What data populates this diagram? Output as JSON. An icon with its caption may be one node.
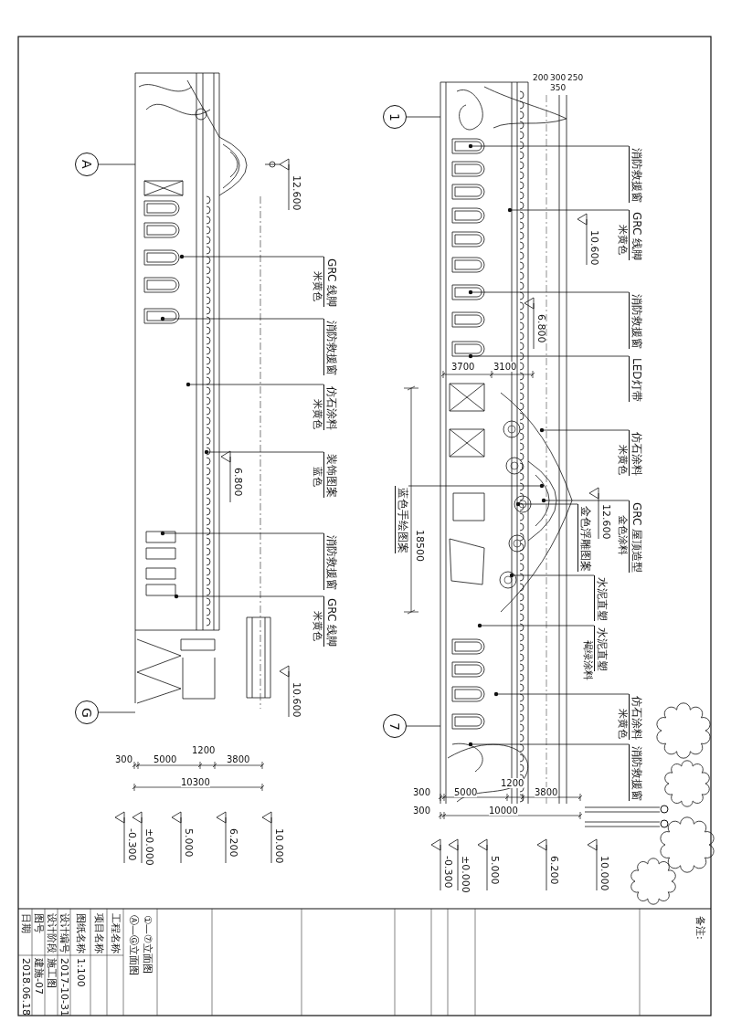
{
  "diagram": {
    "nodes": [
      {
        "text": [],
        "shape": "picture"
      },
      {
        "text": [],
        "shape": "picture"
      },
      {
        "text": [
          "A"
        ]
      },
      {
        "text": [
          "G"
        ]
      },
      {
        "text": [
          "1"
        ]
      },
      {
        "text": [
          "7"
        ]
      },
      {
        "text": [
          "GRC 线脚",
          "米黄色"
        ]
      },
      {
        "text": [
          "消防救援窗"
        ]
      },
      {
        "text": [
          "仿石涂料",
          "米黄色"
        ]
      },
      {
        "text": [
          "装饰图案",
          "蓝色"
        ]
      },
      {
        "text": [
          "消防救援窗"
        ]
      },
      {
        "text": [
          "GRC 线脚",
          "米黄色"
        ]
      },
      {
        "text": [
          "消防救援窗"
        ]
      },
      {
        "text": [
          "GRC 线脚",
          "米黄色"
        ]
      },
      {
        "text": [
          "消防救援窗"
        ]
      },
      {
        "text": [
          "LED灯带"
        ]
      },
      {
        "text": [
          "仿石涂料",
          "米黄色"
        ]
      },
      {
        "text": [
          "金色浮雕图案"
        ]
      },
      {
        "text": [
          "水泥直塑"
        ]
      },
      {
        "text": [
          "GRC 屋顶造型",
          "金色涂料"
        ]
      },
      {
        "text": [
          "水泥直塑",
          "褐绿涂料"
        ]
      },
      {
        "text": [
          "仿石涂料",
          "米黄色"
        ]
      },
      {
        "text": [
          "蓝色手绘图案"
        ]
      },
      {
        "text": [
          "消防救援窗"
        ]
      }
    ],
    "edges": [
      {
        "from": 2,
        "to": 0,
        "arrow": "none"
      },
      {
        "from": 3,
        "to": 0,
        "arrow": "none"
      },
      {
        "from": 4,
        "to": 1,
        "arrow": "none"
      },
      {
        "from": 5,
        "to": 1,
        "arrow": "none"
      },
      {
        "from": 6,
        "to": 0,
        "arrow": "other"
      },
      {
        "from": 7,
        "to": 0,
        "arrow": "other"
      },
      {
        "from": 8,
        "to": 0,
        "arrow": "other"
      },
      {
        "from": 9,
        "to": 0,
        "arrow": "other"
      },
      {
        "from": 10,
        "to": 0,
        "arrow": "other"
      },
      {
        "from": 11,
        "to": 0,
        "arrow": "other"
      },
      {
        "from": 12,
        "to": 1,
        "arrow": "other"
      },
      {
        "from": 13,
        "to": 1,
        "arrow": "other"
      },
      {
        "from": 14,
        "to": 1,
        "arrow": "other"
      },
      {
        "from": 15,
        "to": 1,
        "arrow": "other"
      },
      {
        "from": 16,
        "to": 1,
        "arrow": "other"
      },
      {
        "from": 17,
        "to": 1,
        "arrow": "other"
      },
      {
        "from": 18,
        "to": 1,
        "arrow": "other"
      },
      {
        "from": 19,
        "to": 1,
        "arrow": "other"
      },
      {
        "from": 20,
        "to": 1,
        "arrow": "other"
      },
      {
        "from": 21,
        "to": 1,
        "arrow": "other"
      },
      {
        "from": 22,
        "to": 1,
        "arrow": "other"
      },
      {
        "from": 23,
        "to": 1,
        "arrow": "other"
      }
    ],
    "labels": [
      "12.600",
      "6.800",
      "10.600",
      "300",
      "5000",
      "1200",
      "3800",
      "10300",
      "-0.300",
      "±0.000",
      "5.000",
      "6.200",
      "10.000",
      "200",
      "300",
      "250",
      "350",
      "10.600",
      "6.800",
      "3700",
      "3100",
      "18500",
      "12.600",
      "300",
      "5000",
      "1200",
      "3800",
      "300",
      "10000",
      "-0.300",
      "±0.000",
      "5.000",
      "6.200",
      "10.000",
      "日期",
      "图号",
      "设计阶段",
      "设计编号",
      "图纸名称",
      "项目名称",
      "工程名称",
      "Ⓐ—Ⓖ立面图",
      "①—⑦立面图",
      "备注:",
      "2018.06.18",
      "建施-07",
      "施工图",
      "2017-10-31",
      "1:100"
    ]
  }
}
